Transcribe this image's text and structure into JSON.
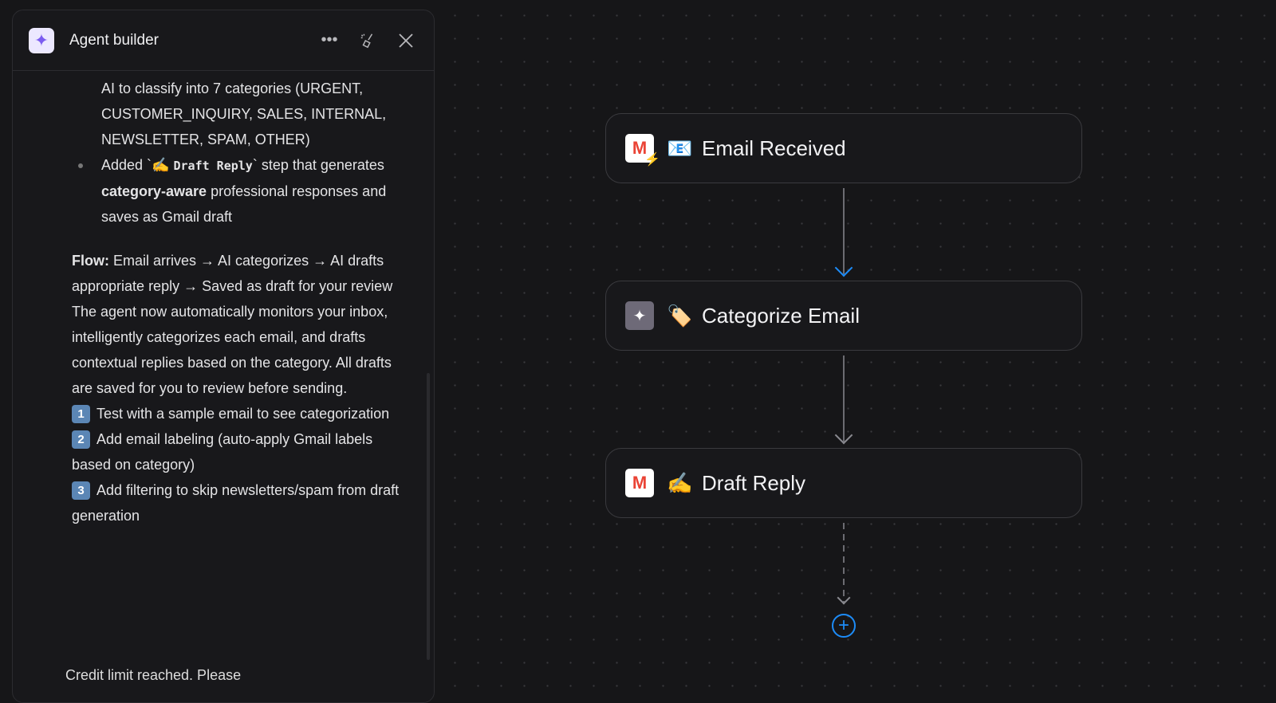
{
  "panel": {
    "title": "Agent builder",
    "bullet_cont": "AI to classify into 7 categories (URGENT, CUSTOMER_INQUIRY, SALES, INTERNAL, NEWSLETTER, SPAM, OTHER)",
    "bullet2": {
      "pre": "Added `",
      "emoji": "✍️",
      "code": "Draft Reply",
      "post": "` step that generates ",
      "bold": "category-aware",
      "end": " professional responses and saves as Gmail draft"
    },
    "flow_label": "Flow:",
    "flow_text": " Email arrives → AI categorizes → AI drafts appropriate reply → Saved as draft for your review",
    "summary": "The agent now automatically monitors your inbox, intelligently categorizes each email, and drafts contextual replies based on the category. All drafts are saved for you to review before sending.",
    "steps": [
      {
        "n": "1",
        "text": "Test with a sample email to see categorization"
      },
      {
        "n": "2",
        "text": "Add email labeling (auto-apply Gmail labels based on category)"
      },
      {
        "n": "3",
        "text": "Add filtering to skip newsletters/spam from draft generation"
      }
    ],
    "credit": "Credit limit reached. Please"
  },
  "nodes": [
    {
      "emoji": "📧",
      "title": "Email Received",
      "icon": "gmail-trigger"
    },
    {
      "emoji": "🏷️",
      "title": "Categorize Email",
      "icon": "ai-sparkle"
    },
    {
      "emoji": "✍️",
      "title": "Draft Reply",
      "icon": "gmail"
    }
  ],
  "colors": {
    "accent": "#1d8cf8",
    "brand": "#7b5cf0"
  }
}
